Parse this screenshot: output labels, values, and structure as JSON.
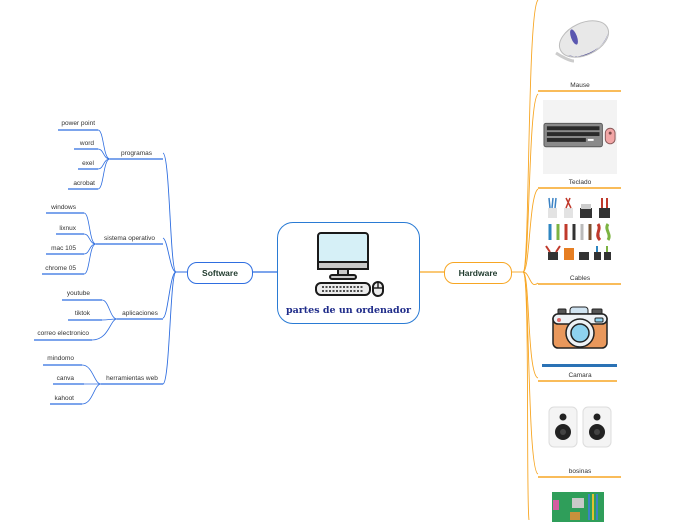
{
  "central": {
    "title": "partes de un ordenador",
    "icon": "desktop-computer-icon"
  },
  "software": {
    "label": "Software",
    "color": "#2f6ee0",
    "groups": [
      {
        "label": "programas",
        "items": [
          "power point",
          "word",
          "exel",
          "acrobat"
        ]
      },
      {
        "label": "sistema operativo",
        "items": [
          "windows",
          "lixnux",
          "mac 105",
          "chrome 05"
        ]
      },
      {
        "label": "aplicaciones",
        "items": [
          "youtube",
          "tiktok",
          "correo electronico"
        ]
      },
      {
        "label": "herramientas web",
        "items": [
          "mindomo",
          "canva",
          "kahoot"
        ]
      }
    ]
  },
  "hardware": {
    "label": "Hardware",
    "color": "#f7a623",
    "items": [
      {
        "label": "Mause",
        "icon": "mouse-icon"
      },
      {
        "label": "Teclado",
        "icon": "keyboard-icon"
      },
      {
        "label": "Cables",
        "icon": "cables-icon"
      },
      {
        "label": "Camara",
        "icon": "camera-icon"
      },
      {
        "label": "bosinas",
        "icon": "speakers-icon"
      },
      {
        "label": "",
        "icon": "motherboard-icon"
      }
    ]
  }
}
